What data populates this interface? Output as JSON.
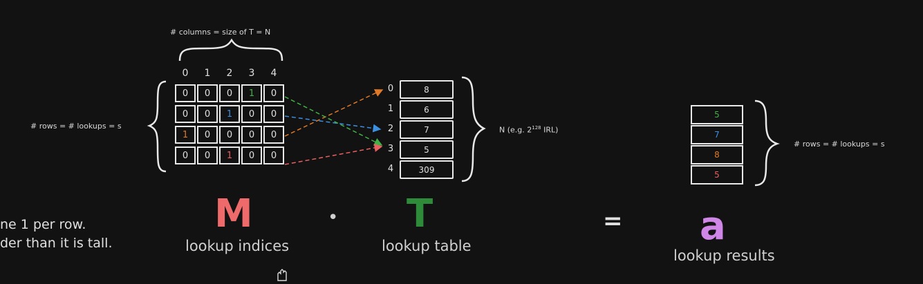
{
  "matrix": {
    "top_label": "# columns = size of T = N",
    "left_label": "# rows = # lookups = s",
    "col_indices": [
      "0",
      "1",
      "2",
      "3",
      "4"
    ],
    "rows": [
      [
        "0",
        "0",
        "0",
        "1",
        "0"
      ],
      [
        "0",
        "0",
        "1",
        "0",
        "0"
      ],
      [
        "1",
        "0",
        "0",
        "0",
        "0"
      ],
      [
        "0",
        "0",
        "1",
        "0",
        "0"
      ]
    ],
    "one_colors": [
      "#43b047",
      "#3d8fe0",
      "#e07a28",
      "#e86060"
    ]
  },
  "table": {
    "indices": [
      "0",
      "1",
      "2",
      "3",
      "4"
    ],
    "values": [
      "8",
      "6",
      "7",
      "5",
      "309"
    ],
    "right_label_prefix": "N (e.g. 2",
    "right_label_sup": "128",
    "right_label_suffix": " IRL)"
  },
  "results": {
    "values": [
      "5",
      "7",
      "8",
      "5"
    ],
    "colors": [
      "#43b047",
      "#3d8fe0",
      "#e07a28",
      "#e86060"
    ],
    "right_label": "# rows = # lookups = s"
  },
  "equation": {
    "M": {
      "letter": "M",
      "caption": "lookup indices",
      "color": "#ef6a6a"
    },
    "T": {
      "letter": "T",
      "caption": "lookup table",
      "color": "#2e8b3a"
    },
    "a": {
      "letter": "a",
      "caption": "lookup results",
      "color": "#cf86e6"
    },
    "dot": "•",
    "equals": "="
  },
  "side_text": {
    "line1": "ne 1 per row.",
    "line2": "der than it is tall."
  },
  "arrow_colors": [
    "#43b047",
    "#3d8fe0",
    "#e07a28",
    "#e86060"
  ]
}
